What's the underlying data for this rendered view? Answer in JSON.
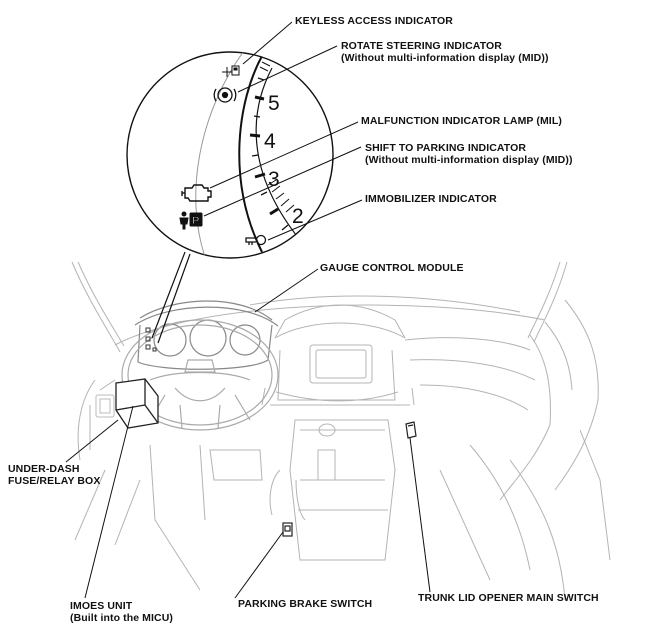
{
  "callouts": {
    "keyless_access": "KEYLESS ACCESS INDICATOR",
    "rotate_steering": [
      "ROTATE STEERING INDICATOR",
      "(Without multi-information display (MID))"
    ],
    "mil": "MALFUNCTION INDICATOR LAMP (MIL)",
    "shift_to_parking": [
      "SHIFT TO PARKING INDICATOR",
      "(Without multi-information display (MID))"
    ],
    "immobilizer": "IMMOBILIZER INDICATOR",
    "gauge_control_module": "GAUGE CONTROL MODULE",
    "under_dash_fuse": [
      "UNDER-DASH",
      "FUSE/RELAY BOX"
    ],
    "imoes_unit": [
      "IMOES UNIT",
      "(Built into the MICU)"
    ],
    "parking_brake": "PARKING BRAKE SWITCH",
    "trunk_lid": "TRUNK LID OPENER MAIN SWITCH"
  },
  "gauge": {
    "ticks": [
      "5",
      "4",
      "3",
      "2"
    ],
    "shift_icon_letter": "P"
  },
  "icons": [
    "keyless-access-icon",
    "rotate-steering-icon",
    "engine-icon",
    "shift-to-parking-icon",
    "immobilizer-key-icon"
  ]
}
